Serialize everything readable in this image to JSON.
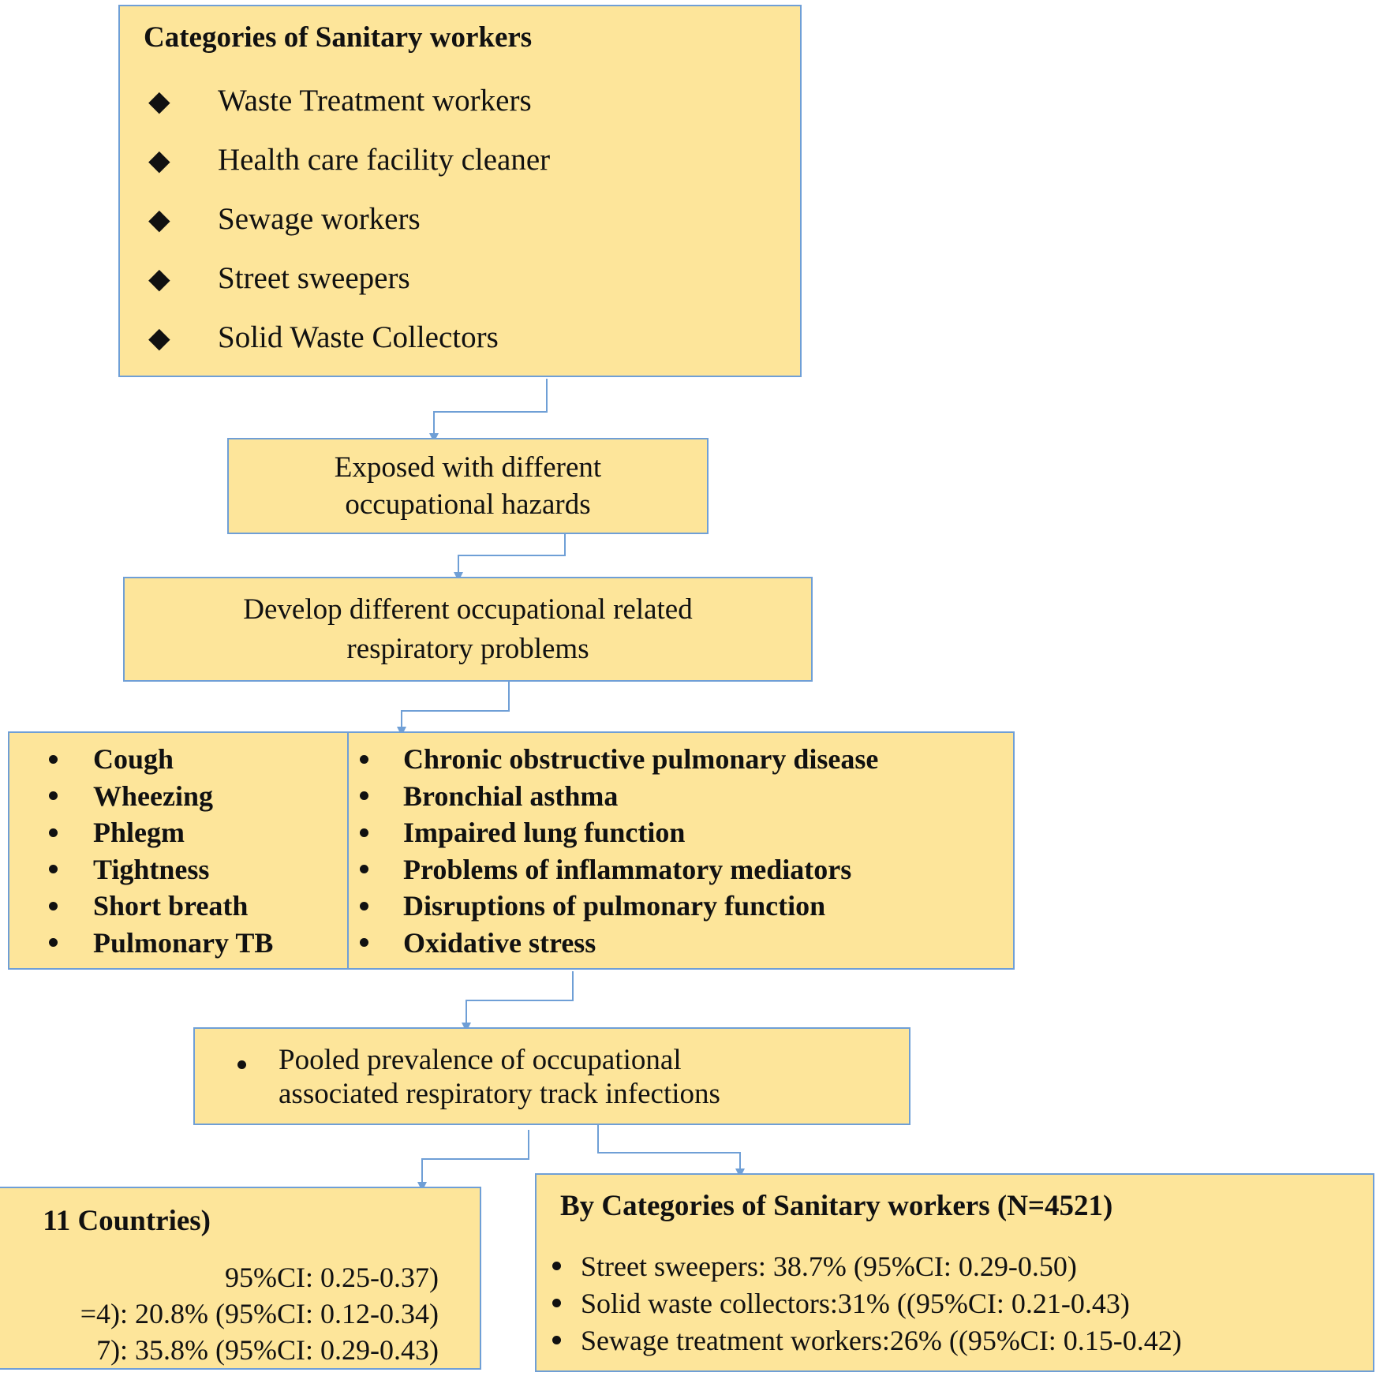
{
  "categories_box": {
    "title": "Categories of Sanitary workers",
    "items": [
      "Waste Treatment workers",
      "Health care facility cleaner",
      "Sewage workers",
      "Street sweepers",
      "Solid Waste Collectors"
    ]
  },
  "exposed_box": {
    "line1": "Exposed with different",
    "line2": "occupational hazards"
  },
  "develop_box": {
    "line1": "Develop different occupational related",
    "line2": "respiratory problems"
  },
  "symptoms_left": [
    "Cough",
    "Wheezing",
    "Phlegm",
    "Tightness",
    "Short breath",
    "Pulmonary TB"
  ],
  "symptoms_right": [
    "Chronic obstructive pulmonary disease",
    "Bronchial asthma",
    "Impaired lung function",
    "Problems of inflammatory mediators",
    "Disruptions of pulmonary function",
    "Oxidative stress"
  ],
  "pooled_box": {
    "line1": "Pooled prevalence of occupational",
    "line2": "associated respiratory track infections"
  },
  "by_countries_box": {
    "title": "11 Countries)",
    "lines": [
      "95%CI: 0.25-0.37)",
      "=4): 20.8% (95%CI: 0.12-0.34)",
      "7): 35.8% (95%CI: 0.29-0.43)"
    ]
  },
  "by_categories_box": {
    "title": "By Categories of Sanitary workers (N=4521)",
    "items": [
      "Street sweepers: 38.7% (95%CI: 0.29-0.50)",
      "Solid waste collectors:31% ((95%CI: 0.21-0.43)",
      "Sewage treatment workers:26% ((95%CI: 0.15-0.42)"
    ]
  },
  "colors": {
    "box_fill": "#fde59a",
    "box_border": "#6f9fd6",
    "arrow": "#6f9fd6"
  }
}
